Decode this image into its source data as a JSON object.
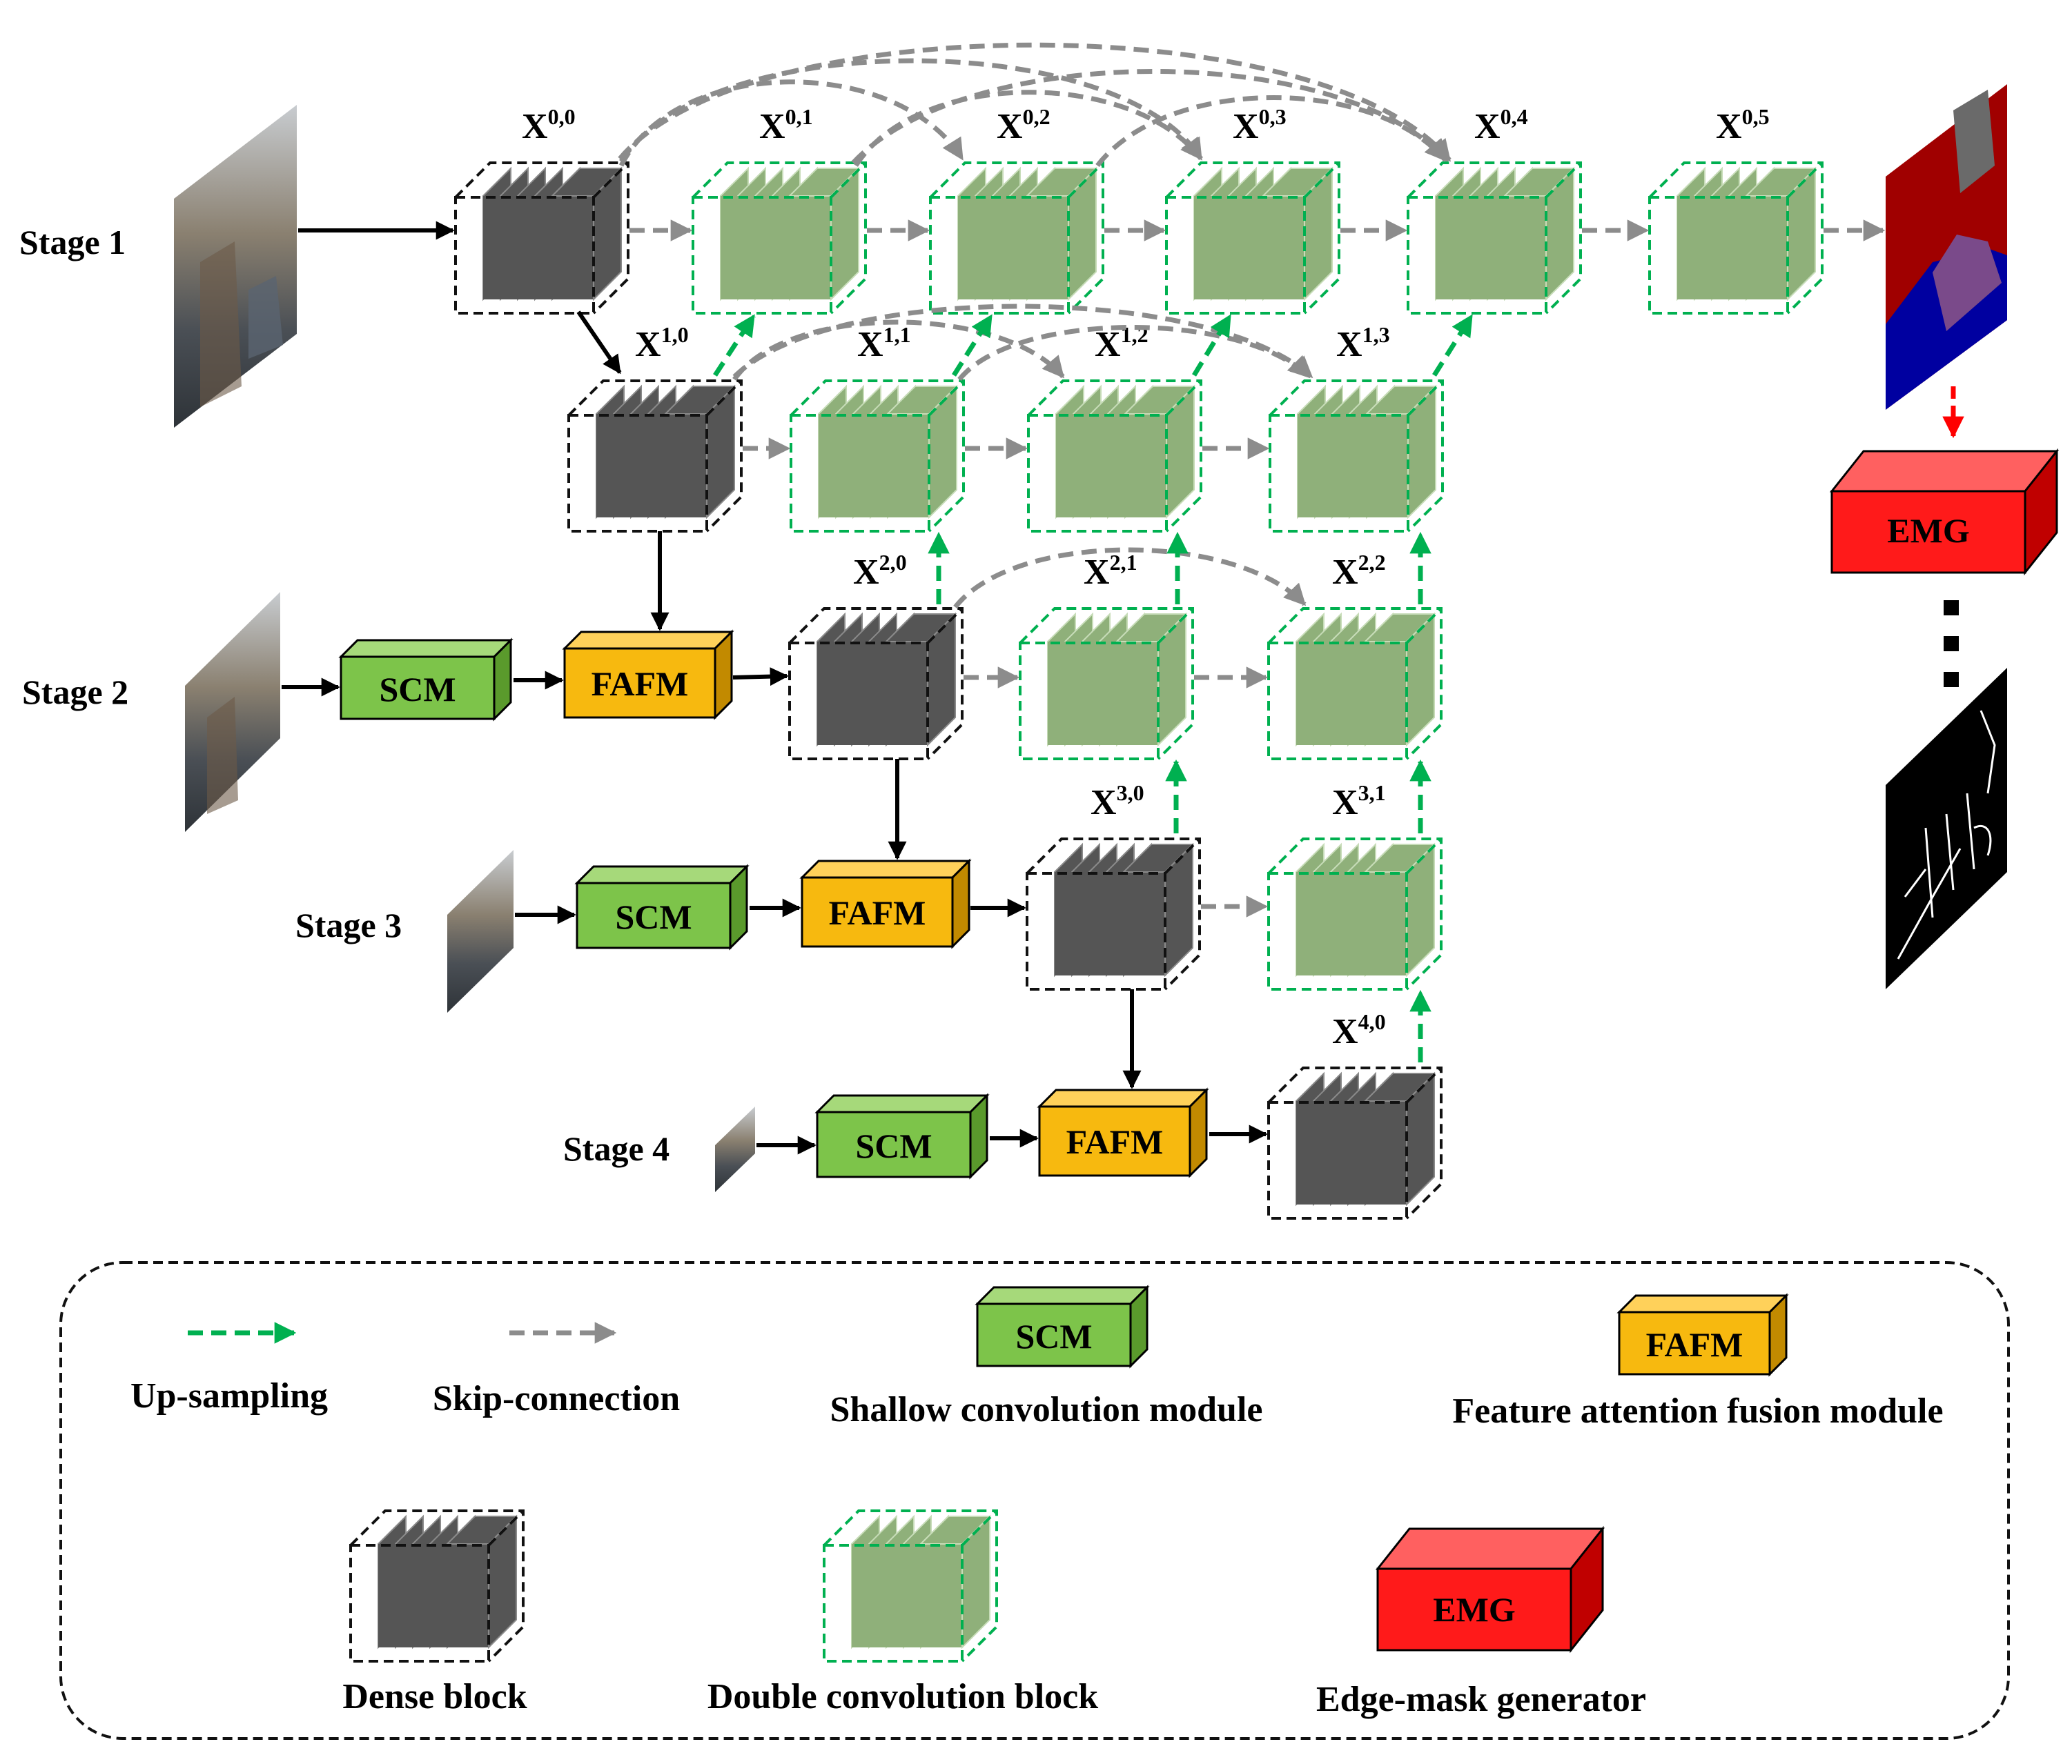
{
  "stages": [
    {
      "id": "stage-1",
      "label": "Stage 1"
    },
    {
      "id": "stage-2",
      "label": "Stage 2"
    },
    {
      "id": "stage-3",
      "label": "Stage 3"
    },
    {
      "id": "stage-4",
      "label": "Stage 4"
    }
  ],
  "nodes": [
    {
      "id": "x00",
      "base": "X",
      "sup": "0,0",
      "kind": "dense"
    },
    {
      "id": "x01",
      "base": "X",
      "sup": "0,1",
      "kind": "conv"
    },
    {
      "id": "x02",
      "base": "X",
      "sup": "0,2",
      "kind": "conv"
    },
    {
      "id": "x03",
      "base": "X",
      "sup": "0,3",
      "kind": "conv"
    },
    {
      "id": "x04",
      "base": "X",
      "sup": "0,4",
      "kind": "conv"
    },
    {
      "id": "x05",
      "base": "X",
      "sup": "0,5",
      "kind": "conv"
    },
    {
      "id": "x10",
      "base": "X",
      "sup": "1,0",
      "kind": "dense"
    },
    {
      "id": "x11",
      "base": "X",
      "sup": "1,1",
      "kind": "conv"
    },
    {
      "id": "x12",
      "base": "X",
      "sup": "1,2",
      "kind": "conv"
    },
    {
      "id": "x13",
      "base": "X",
      "sup": "1,3",
      "kind": "conv"
    },
    {
      "id": "x20",
      "base": "X",
      "sup": "2,0",
      "kind": "dense"
    },
    {
      "id": "x21",
      "base": "X",
      "sup": "2,1",
      "kind": "conv"
    },
    {
      "id": "x22",
      "base": "X",
      "sup": "2,2",
      "kind": "conv"
    },
    {
      "id": "x30",
      "base": "X",
      "sup": "3,0",
      "kind": "dense"
    },
    {
      "id": "x31",
      "base": "X",
      "sup": "3,1",
      "kind": "conv"
    },
    {
      "id": "x40",
      "base": "X",
      "sup": "4,0",
      "kind": "dense"
    }
  ],
  "modules": {
    "scm": "SCM",
    "fafm": "FAFM",
    "emg": "EMG"
  },
  "legend": {
    "upsampling": "Up-sampling",
    "skip": "Skip-connection",
    "scm_desc": "Shallow convolution module",
    "fafm_desc": "Feature attention fusion module",
    "dense_desc": "Dense block",
    "conv_desc": "Double convolution block",
    "emg_desc": "Edge-mask generator"
  },
  "colors": {
    "scm": "#7dc44a",
    "fafm": "#f7b90f",
    "emg": "#ff1a1a",
    "conv": "#8fb07a",
    "dense": "#555555",
    "upsampling_arrow": "#00b050",
    "skip_arrow": "#8c8c8c",
    "edge_mask_arrow": "#ff0000"
  }
}
